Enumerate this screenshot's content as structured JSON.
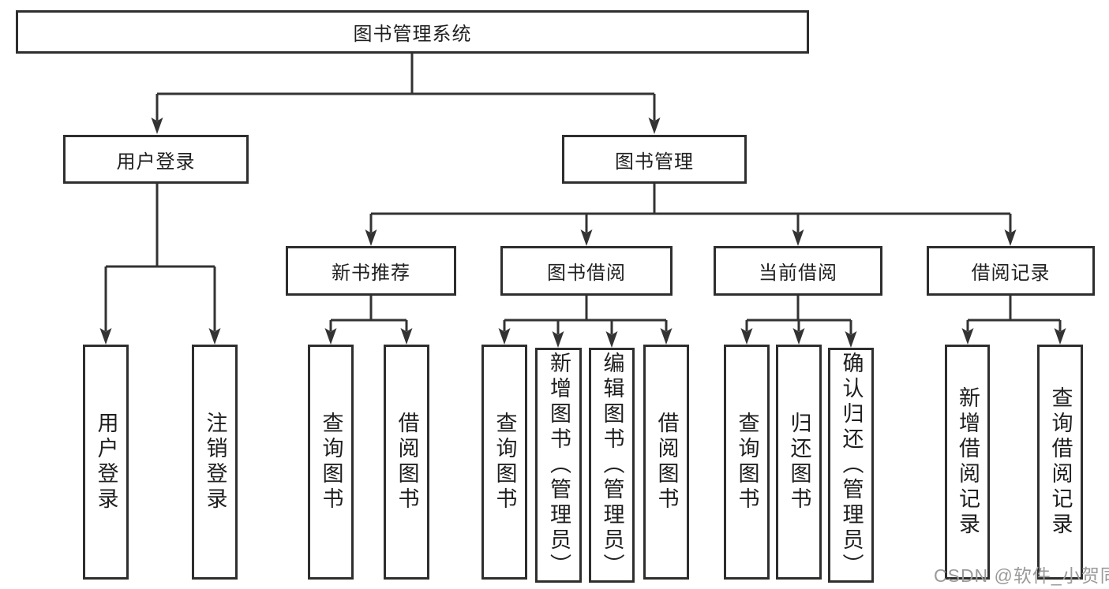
{
  "tree": {
    "root": {
      "label": "图书管理系统"
    },
    "branches": [
      {
        "label": "用户登录",
        "children": [
          {
            "label": "用户登录"
          },
          {
            "label": "注销登录"
          }
        ]
      },
      {
        "label": "图书管理",
        "children": [
          {
            "label": "新书推荐",
            "children": [
              {
                "label": "查询图书"
              },
              {
                "label": "借阅图书"
              }
            ]
          },
          {
            "label": "图书借阅",
            "children": [
              {
                "label": "查询图书"
              },
              {
                "label": "新增图书（管理员）"
              },
              {
                "label": "编辑图书（管理员）"
              },
              {
                "label": "借阅图书"
              }
            ]
          },
          {
            "label": "当前借阅",
            "children": [
              {
                "label": "查询图书"
              },
              {
                "label": "归还图书"
              },
              {
                "label": "确认归还（管理员）"
              }
            ]
          },
          {
            "label": "借阅记录",
            "children": [
              {
                "label": "新增借阅记录"
              },
              {
                "label": "查询借阅记录"
              }
            ]
          }
        ]
      }
    ]
  },
  "watermark": {
    "text": "CSDN @软件_小贺同学"
  },
  "colors": {
    "line": "#333333",
    "box_border": "#2e2e2e",
    "text": "#1f1f1f",
    "watermark": "#9a9a9a",
    "background": "#ffffff"
  }
}
